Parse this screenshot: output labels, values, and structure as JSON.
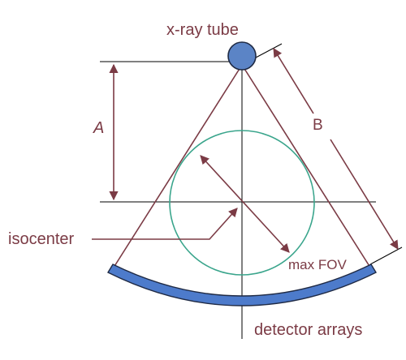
{
  "labels": {
    "tube": "x-ray tube",
    "dimension_a": "A",
    "dimension_b": "B",
    "isocenter": "isocenter",
    "max_fov": "max FOV",
    "detector": "detector arrays"
  },
  "colors": {
    "line": "#7b3b45",
    "fov_circle": "#3aa58c",
    "tube_fill": "#5b84c6",
    "detector_fill": "#4d7bcb",
    "outline": "#1f2a44",
    "black": "#000000",
    "text": "#7b3b45"
  }
}
